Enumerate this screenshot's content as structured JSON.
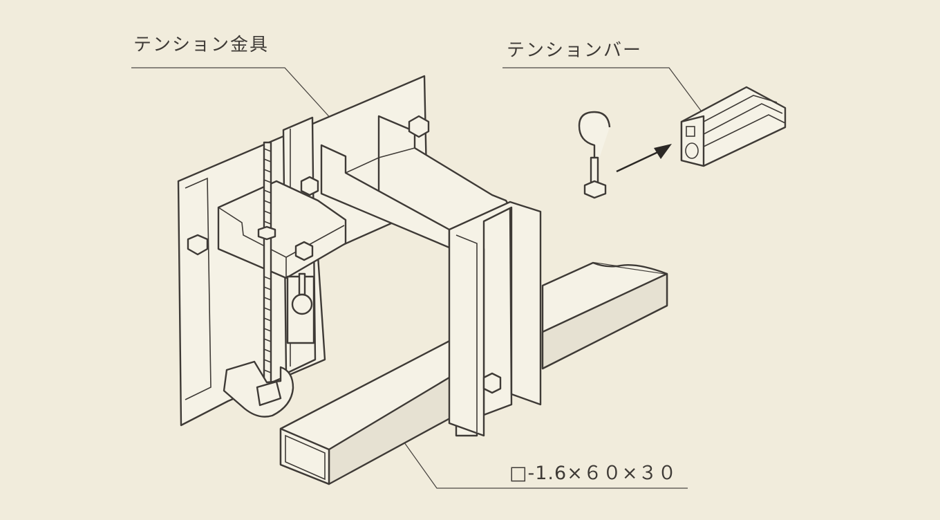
{
  "labels": {
    "fitting": "テンション金具",
    "bar": "テンションバー",
    "pipe": "□-1.6×６０×３０"
  },
  "colors": {
    "background": "#f1ecdc",
    "line": "#3e3a36",
    "part_fill": "#f5f2e6"
  }
}
